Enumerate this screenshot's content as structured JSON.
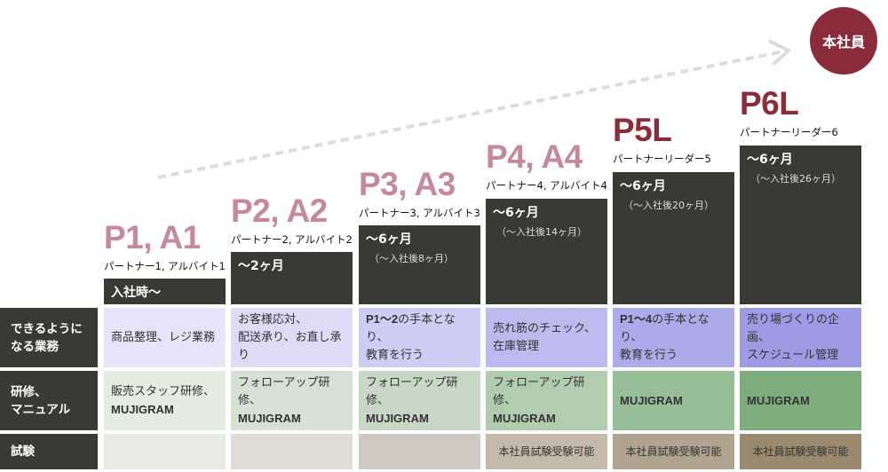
{
  "goal": "本社員",
  "row_headers": [
    "できるように\nなる業務",
    "研修、\nマニュアル",
    "試験"
  ],
  "colors": {
    "dark": "#3b3935",
    "goal": "#8a2c3a",
    "pink": "#c4899a",
    "maroon": "#8a2c3a",
    "arrow": "#dcdcdc"
  },
  "levels": [
    {
      "title": "P1, A1",
      "subtitle": "パートナー1, アルバイト1",
      "duration": "入社時〜",
      "note": "",
      "task": "商品整理、レジ業務",
      "training_text": "販売スタッフ研修、",
      "training_bold": "MUJIGRAM",
      "test": "",
      "task_bg": "#e6e4f8",
      "train_bg": "#e4ebe0",
      "test_bg": "#e9e9e5",
      "title_color": "#c4899a"
    },
    {
      "title": "P2, A2",
      "subtitle": "パートナー2, アルバイト2",
      "duration": "〜2ヶ月",
      "note": "",
      "task": "お客様応対、\n配送承り、お直し承り",
      "training_text": "フォローアップ研修、",
      "training_bold": "MUJIGRAM",
      "test": "",
      "task_bg": "#dddbf6",
      "train_bg": "#d5e1d2",
      "test_bg": "#dedcd5",
      "title_color": "#c4899a"
    },
    {
      "title": "P3, A3",
      "subtitle": "パートナー3, アルバイト3",
      "duration": "〜6ヶ月",
      "note": "（〜入社後8ヶ月）",
      "task_bold": "P1〜2",
      "task": "の手本となり、\n教育を行う",
      "training_text": "フォローアップ研修、",
      "training_bold": "MUJIGRAM",
      "test": "",
      "task_bg": "#cfcdf3",
      "train_bg": "#c7d8c5",
      "test_bg": "#d0c9bf",
      "title_color": "#c4899a"
    },
    {
      "title": "P4, A4",
      "subtitle": "パートナー4, アルバイト4",
      "duration": "〜6ヶ月",
      "note": "（〜入社後14ヶ月）",
      "task": "売れ筋のチェック、\n在庫管理",
      "training_text": "フォローアップ研修、",
      "training_bold": "MUJIGRAM",
      "test": "本社員試験受験可能",
      "task_bg": "#bdbbee",
      "train_bg": "#b2ccb0",
      "test_bg": "#c4b9aa",
      "title_color": "#c4899a"
    },
    {
      "title": "P5L",
      "subtitle": "パートナーリーダー5",
      "duration": "〜6ヶ月",
      "note": "（〜入社後20ヶ月）",
      "task_bold": "P1〜4",
      "task": "の手本となり、\n教育を行う",
      "training_text": "",
      "training_bold": "MUJIGRAM",
      "test": "本社員試験受験可能",
      "task_bg": "#ababea",
      "train_bg": "#98be97",
      "test_bg": "#b0a38f",
      "title_color": "#8a2c3a"
    },
    {
      "title": "P6L",
      "subtitle": "パートナーリーダー6",
      "duration": "〜6ヶ月",
      "note": "（〜入社後26ヶ月）",
      "task": "売り場づくりの企画、\nスケジュール管理",
      "training_text": "",
      "training_bold": "MUJIGRAM",
      "test": "本社員試験受験可能",
      "task_bg": "#9c9be4",
      "train_bg": "#7ead7c",
      "test_bg": "#9a8a6e",
      "title_color": "#8a2c3a"
    }
  ]
}
